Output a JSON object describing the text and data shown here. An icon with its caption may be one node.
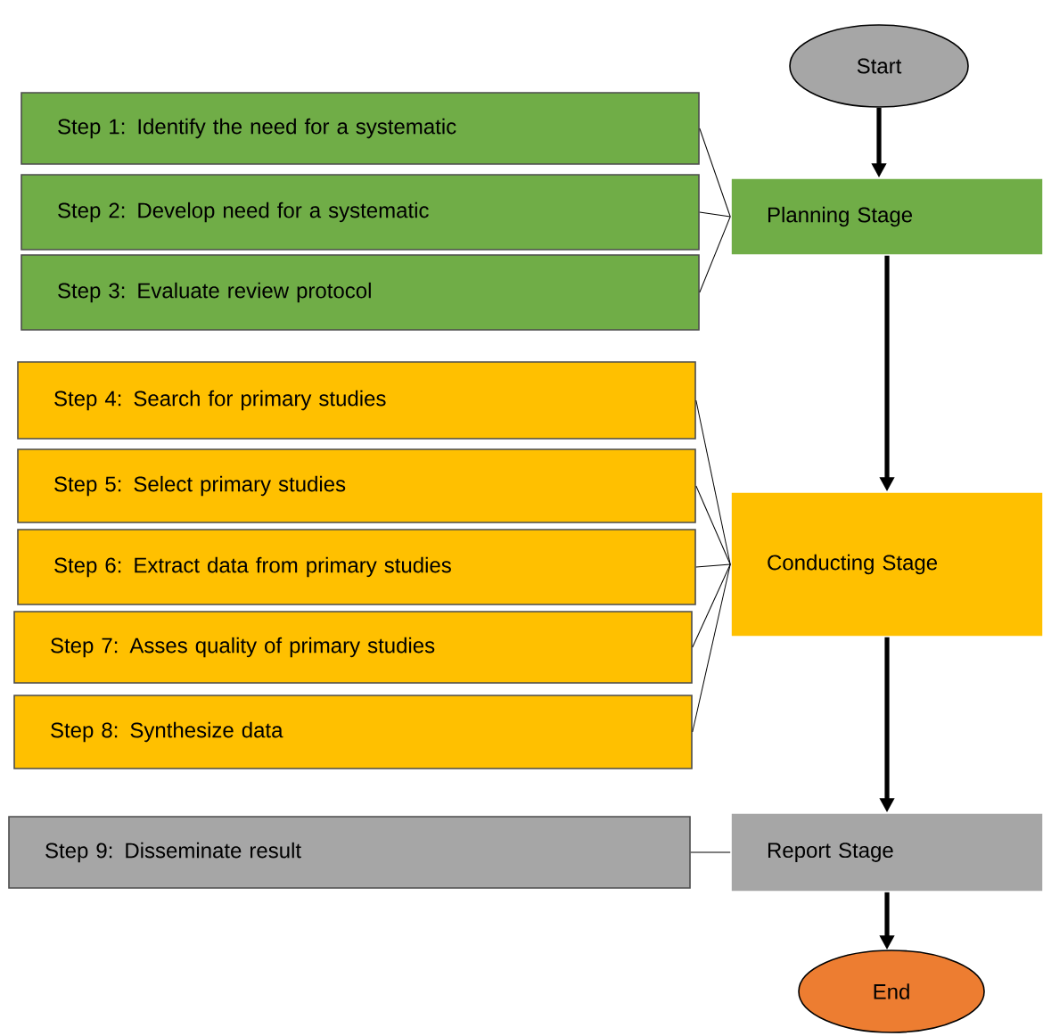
{
  "diagram": {
    "nodes": [
      {
        "text": [
          "Start"
        ]
      },
      {
        "text": [
          "Step 1: Identify the need for a systematic"
        ]
      },
      {
        "text": [
          "Step 2: Develop need for a systematic"
        ]
      },
      {
        "text": [
          "Step 3: Evaluate review protocol"
        ]
      },
      {
        "text": [
          "Planning Stage"
        ]
      },
      {
        "text": [
          "Step 4: Search for primary studies"
        ]
      },
      {
        "text": [
          "Step 5: Select primary studies"
        ]
      },
      {
        "text": [
          "Step 6: Extract data from primary studies"
        ]
      },
      {
        "text": [
          "Step 7: Asses quality of primary studies"
        ]
      },
      {
        "text": [
          "Step 8: Synthesize data"
        ]
      },
      {
        "text": [
          "Conducting Stage"
        ]
      },
      {
        "text": [
          "Step 9: Disseminate result"
        ]
      },
      {
        "text": [
          "Report Stage"
        ]
      },
      {
        "text": [
          "End"
        ]
      }
    ],
    "edges": [
      {
        "from": 0,
        "to": 4,
        "arrow": "to",
        "style": "thick"
      },
      {
        "from": 1,
        "to": 4,
        "arrow": "none"
      },
      {
        "from": 2,
        "to": 4,
        "arrow": "none"
      },
      {
        "from": 3,
        "to": 4,
        "arrow": "none"
      },
      {
        "from": 4,
        "to": 10,
        "arrow": "to",
        "style": "thick"
      },
      {
        "from": 5,
        "to": 10,
        "arrow": "none"
      },
      {
        "from": 6,
        "to": 10,
        "arrow": "none"
      },
      {
        "from": 7,
        "to": 10,
        "arrow": "none"
      },
      {
        "from": 8,
        "to": 10,
        "arrow": "none"
      },
      {
        "from": 9,
        "to": 10,
        "arrow": "none"
      },
      {
        "from": 10,
        "to": 12,
        "arrow": "to",
        "style": "thick"
      },
      {
        "from": 11,
        "to": 12,
        "arrow": "none"
      },
      {
        "from": 12,
        "to": 13,
        "arrow": "to",
        "style": "thick"
      }
    ]
  }
}
